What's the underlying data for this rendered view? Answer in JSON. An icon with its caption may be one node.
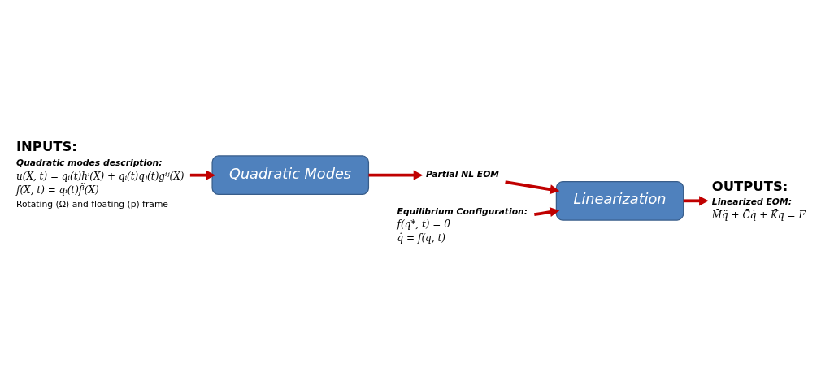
{
  "diagram": {
    "nodes": [
      {
        "text": [
          "INPUTS:",
          "Quadratic modes description:",
          "u(X, t) = qᵢ(t)hⁱ(X) + qᵢ(t)qⱼ(t)gⁱʲ(X)",
          "f(X, t) = qᵢ(t)f̃ⁱ(X)",
          "Rotating (Ω) and floating (p) frame"
        ]
      },
      {
        "text": [
          "Quadratic Modes"
        ]
      },
      {
        "text": [
          "Partial NL EOM"
        ]
      },
      {
        "text": [
          "Linearization"
        ]
      },
      {
        "text": [
          "OUTPUTS:",
          "Linearized EOM:",
          "M̄q̈ + C̄q̇ + K̄q = F"
        ]
      },
      {
        "text": [
          "Equilibrium Configuration:",
          "f(q*, t) = 0",
          "q̇ = f(q, t)"
        ]
      }
    ],
    "edges": [
      {
        "from": 0,
        "to": 1,
        "arrow": "to"
      },
      {
        "from": 1,
        "to": 2,
        "arrow": "to"
      },
      {
        "from": 2,
        "to": 3,
        "arrow": "to"
      },
      {
        "from": 3,
        "to": 4,
        "arrow": "to"
      },
      {
        "from": 5,
        "to": 3,
        "arrow": "to"
      }
    ]
  }
}
